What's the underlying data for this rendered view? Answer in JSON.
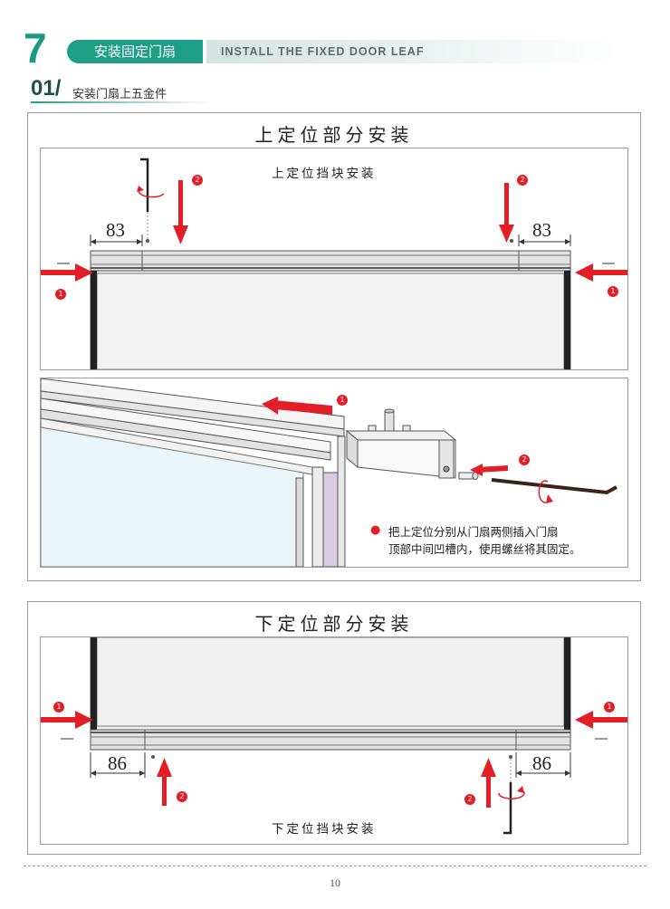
{
  "header": {
    "step_number": "7",
    "section_title_cn": "安装固定门扇",
    "section_title_en": "INSTALL THE FIXED DOOR LEAF",
    "sub_number": "01/",
    "sub_title": "安装门扇上五金件"
  },
  "upper_panel": {
    "title": "上定位部分安装",
    "caption": "上定位挡块安装",
    "dim_left": "83",
    "dim_right": "83",
    "markers": [
      "1",
      "2",
      "2",
      "1"
    ]
  },
  "detail_panel": {
    "marker_1": "1",
    "marker_2": "2",
    "note_marker": "●",
    "note_line1": "把上定位分别从门扇两侧插入门扇",
    "note_line2": "顶部中间凹槽内，使用螺丝将其固定。"
  },
  "lower_panel": {
    "title": "下定位部分安装",
    "caption": "下定位挡块安装",
    "dim_left": "86",
    "dim_right": "86",
    "markers": [
      "1",
      "1",
      "2",
      "2"
    ]
  },
  "footer": {
    "page_number": "10"
  },
  "colors": {
    "accent_green": "#1e9e86",
    "arrow_red": "#e41e26"
  }
}
